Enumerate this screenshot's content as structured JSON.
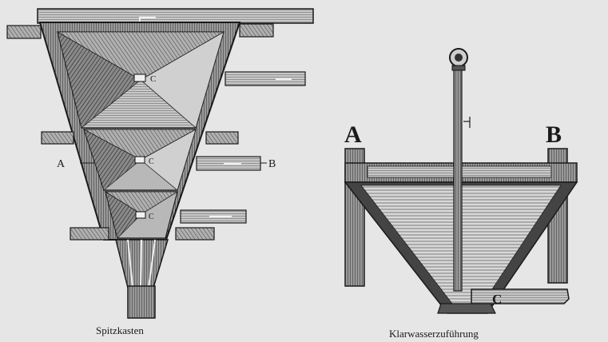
{
  "figures": [
    {
      "caption": "Spitzkasten",
      "labels": {
        "left": "A",
        "right": "B",
        "outlet": "C",
        "outlet2": "C",
        "outlet3": "C"
      }
    },
    {
      "caption": "Klarwasserzuführung",
      "labels": {
        "left": "A",
        "right": "B",
        "outlet": "C"
      }
    }
  ],
  "colors": {
    "ink": "#1a1a1a",
    "paper": "#e6e6e6",
    "shade_dark": "#3a3a3a",
    "shade_mid": "#7a7a7a",
    "shade_light": "#bdbdbd"
  }
}
